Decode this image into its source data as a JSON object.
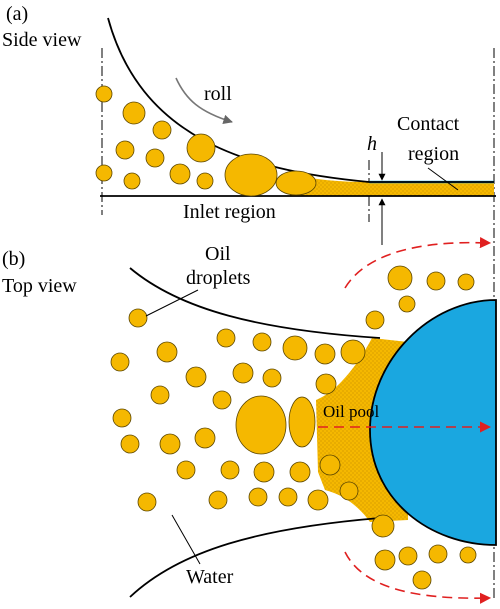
{
  "panel_a": {
    "tag": "(a)",
    "view": "Side view",
    "roll": "roll",
    "h": "h",
    "contact_line1": "Contact",
    "contact_line2": "region",
    "inlet": "Inlet region"
  },
  "panel_b": {
    "tag": "(b)",
    "view": "Top view",
    "oil_line1": "Oil",
    "oil_line2": "droplets",
    "oil_pool": "Oil pool",
    "water": "Water"
  },
  "colors": {
    "droplet": "#F5B800",
    "droplet_stroke": "#5a4500",
    "contact": "#1AA7E0",
    "arrow": "#E02020",
    "line": "#000000",
    "background": "#FFFFFF"
  }
}
